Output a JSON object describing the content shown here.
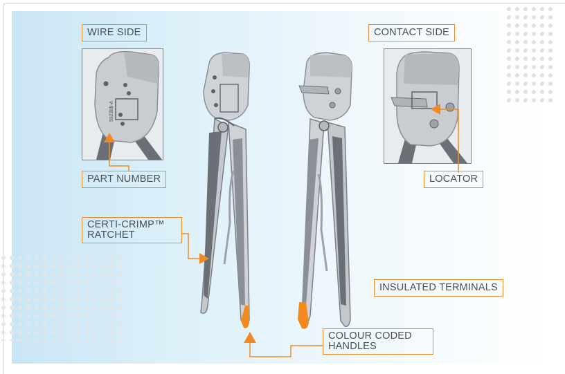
{
  "labels": {
    "wire_side": "WIRE SIDE",
    "contact_side": "CONTACT SIDE",
    "part_number": "PART NUMBER",
    "locator": "LOCATOR",
    "ratchet": "CERTI-CRIMP™ RATCHET",
    "insulated_terminals": "INSULATED TERMINALS",
    "colour_coded_handles": "COLOUR CODED HANDLES"
  },
  "inset_part_stamp": "592389-4",
  "colors": {
    "accent": "#f08a28",
    "label_text": "#4a4f55",
    "panel_light_blue": "#c9e6f5",
    "tool_metal": "#c9ccd0",
    "handle_tip": "#f28a1e"
  },
  "icons": [
    "crimp-tool-wire-side",
    "crimp-tool-contact-side",
    "arrow-up-icon",
    "arrow-left-icon",
    "arrow-right-icon"
  ]
}
